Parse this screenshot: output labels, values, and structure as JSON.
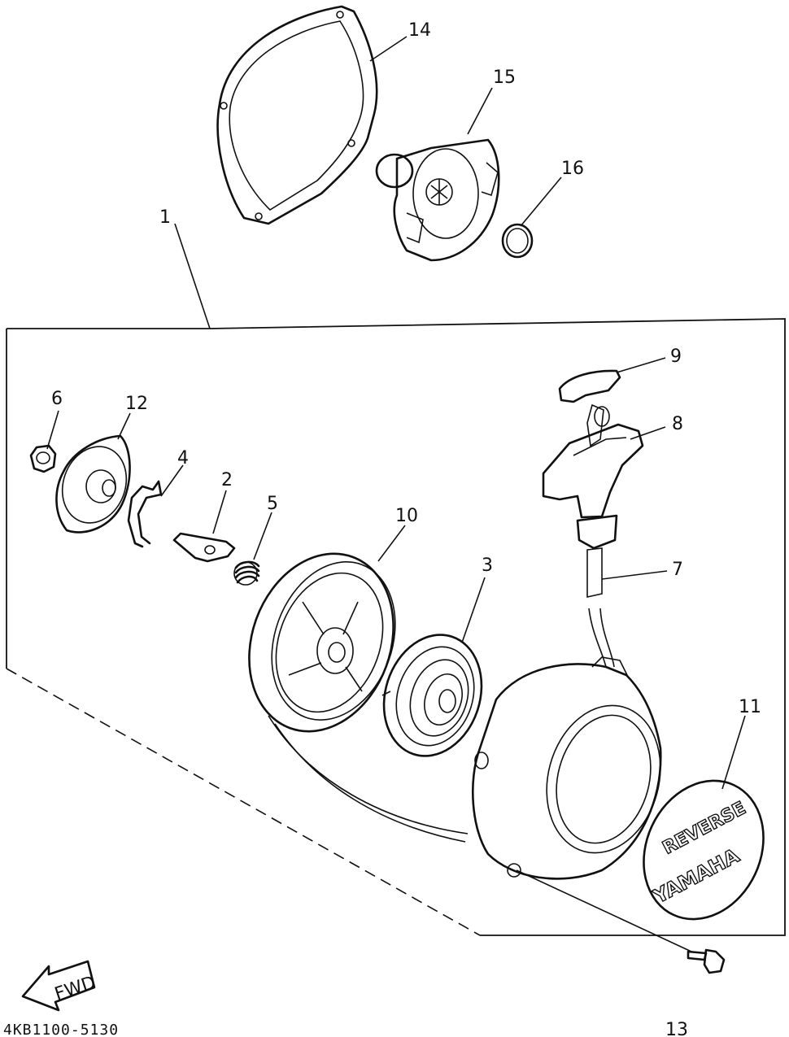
{
  "diagram": {
    "code": "4KB1100-5130",
    "fwd_label": "FWD",
    "emblem_top": "REVERSE",
    "emblem_brand": "YAMAHA",
    "callouts": {
      "p1": "1",
      "p2": "2",
      "p3": "3",
      "p4": "4",
      "p5": "5",
      "p6": "6",
      "p7": "7",
      "p8": "8",
      "p9": "9",
      "p10": "10",
      "p11": "11",
      "p12": "12",
      "p13": "13",
      "p14": "14",
      "p15": "15",
      "p16": "16"
    }
  }
}
